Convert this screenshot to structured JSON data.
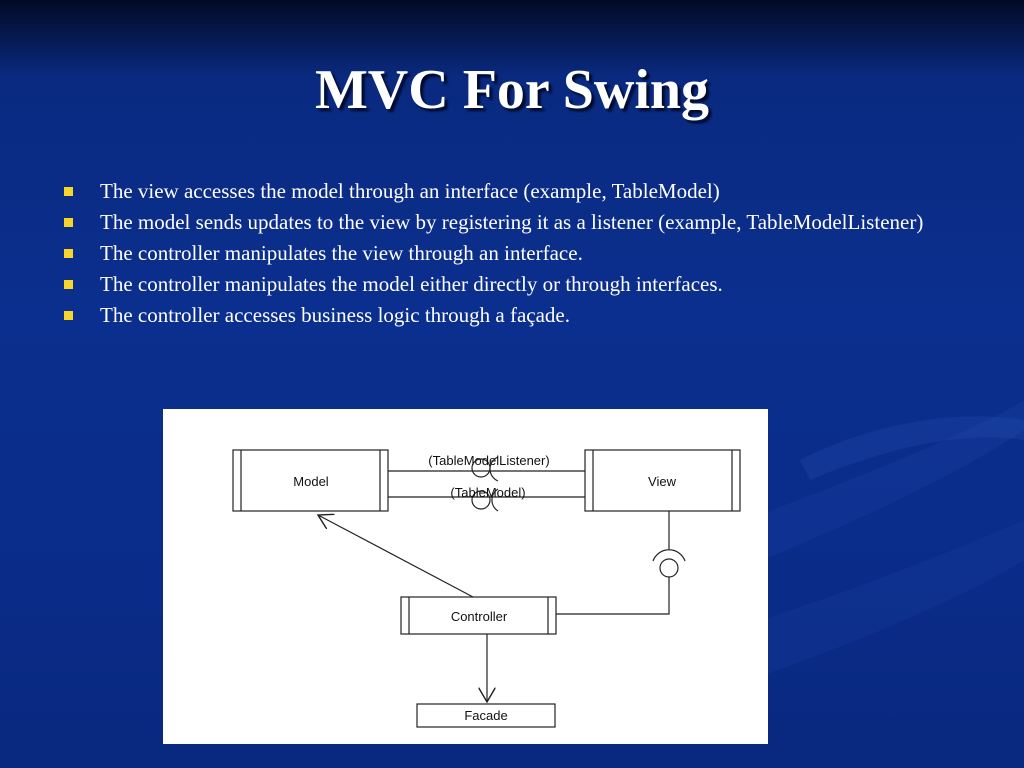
{
  "slide": {
    "title": "MVC For Swing",
    "bullets": [
      "The view accesses the model through an interface (example, TableModel)",
      "The model sends updates to the view by registering it as a listener (example, TableModelListener)",
      "The controller manipulates the view through an interface.",
      "The controller manipulates the model either directly or through interfaces.",
      "The controller accesses business logic through a façade."
    ]
  },
  "diagram": {
    "model_label": "Model",
    "view_label": "View",
    "controller_label": "Controller",
    "facade_label": "Facade",
    "listener_interface_label": "(TableModelListener)",
    "model_interface_label": "(TableModel)"
  },
  "colors": {
    "bullet": "#f5d629",
    "text": "#ffffff",
    "background": "#0b2f8e"
  }
}
